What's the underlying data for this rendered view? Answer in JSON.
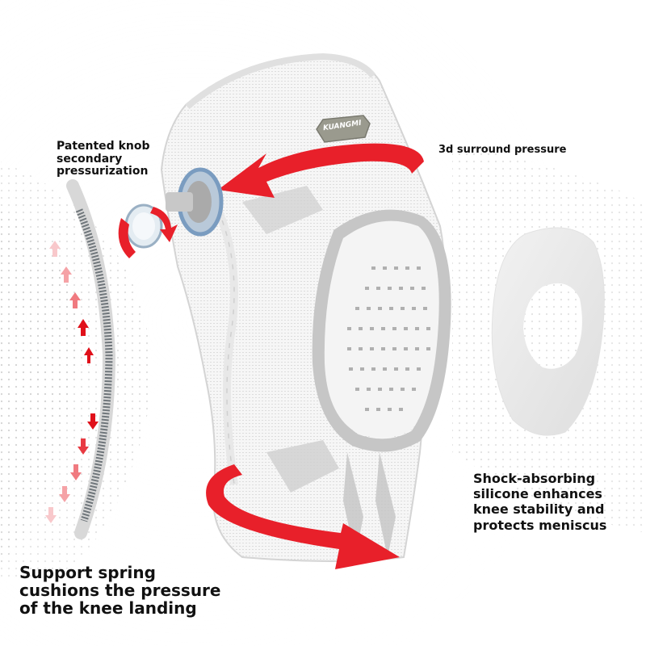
{
  "brand": {
    "logo_text": "KUANGMI"
  },
  "callouts": {
    "knob": {
      "lines": [
        "Patented knob",
        "secondary",
        "pressurization"
      ]
    },
    "surround": {
      "lines": [
        "3d surround pressure"
      ]
    },
    "silicone": {
      "lines": [
        "Shock-absorbing",
        "silicone enhances",
        "knee stability and",
        "protects meniscus"
      ]
    },
    "spring": {
      "lines": [
        "Support spring",
        "cushions the pressure",
        "of the knee landing"
      ]
    }
  },
  "colors": {
    "accent_red": "#e8202a",
    "sleeve_white": "#f3f3f3",
    "sleeve_gray": "#c9c9c9",
    "spring_gray": "#6f767b",
    "knob_blue": "#7a9cc0",
    "dot_gray": "#b8b8b8"
  },
  "icons": [
    "rotate-arrow-icon",
    "surround-arrow-icon",
    "up-arrow-icon",
    "down-arrow-icon"
  ]
}
